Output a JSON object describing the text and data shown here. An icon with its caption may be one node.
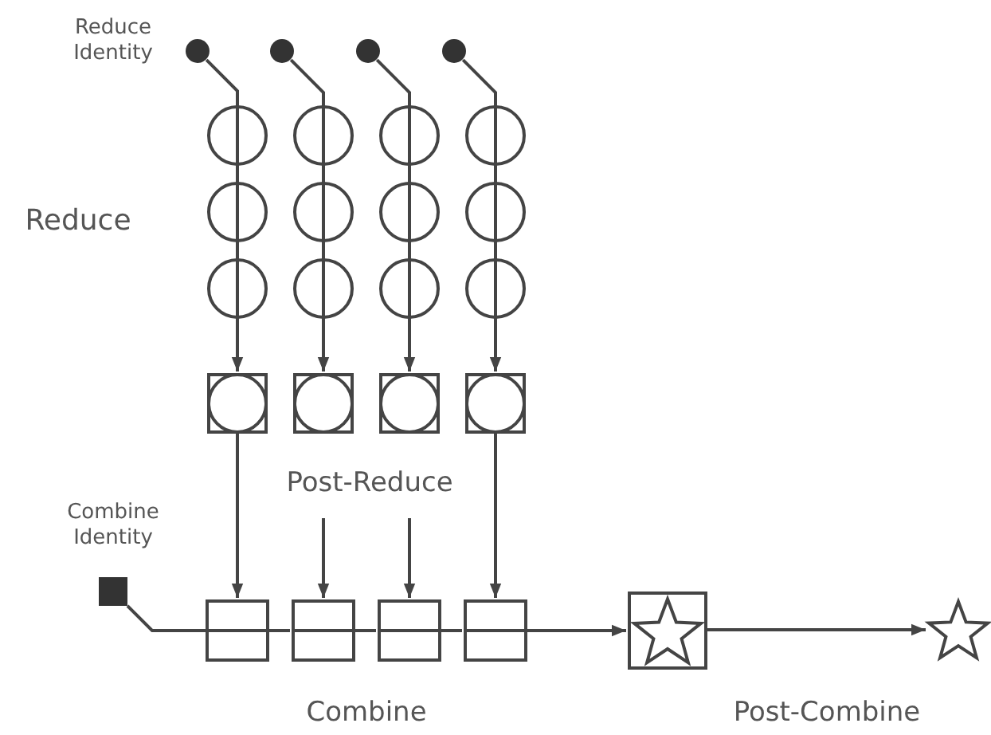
{
  "diagram": {
    "nodes": [
      {
        "text": [],
        "shape": "dot"
      },
      {
        "text": [],
        "shape": "dot"
      },
      {
        "text": [],
        "shape": "dot"
      },
      {
        "text": [],
        "shape": "dot"
      },
      {
        "text": [],
        "shape": "circle"
      },
      {
        "text": [],
        "shape": "circle"
      },
      {
        "text": [],
        "shape": "circle"
      },
      {
        "text": [],
        "shape": "circle"
      },
      {
        "text": [],
        "shape": "circle"
      },
      {
        "text": [],
        "shape": "circle"
      },
      {
        "text": [],
        "shape": "circle"
      },
      {
        "text": [],
        "shape": "circle"
      },
      {
        "text": [],
        "shape": "circle"
      },
      {
        "text": [],
        "shape": "circle"
      },
      {
        "text": [],
        "shape": "circle"
      },
      {
        "text": [],
        "shape": "circle"
      },
      {
        "text": [],
        "shape": "box"
      },
      {
        "text": [],
        "shape": "box"
      },
      {
        "text": [],
        "shape": "box"
      },
      {
        "text": [],
        "shape": "box"
      },
      {
        "text": [],
        "shape": "circle",
        "in": 16
      },
      {
        "text": [],
        "shape": "circle",
        "in": 17
      },
      {
        "text": [],
        "shape": "circle",
        "in": 18
      },
      {
        "text": [],
        "shape": "circle",
        "in": 19
      },
      {
        "text": [],
        "shape": "square"
      },
      {
        "text": [],
        "shape": "box"
      },
      {
        "text": [],
        "shape": "box"
      },
      {
        "text": [],
        "shape": "box"
      },
      {
        "text": [],
        "shape": "box"
      },
      {
        "text": [],
        "shape": "box"
      },
      {
        "text": [],
        "shape": "star",
        "in": 29
      },
      {
        "text": [],
        "shape": "star"
      }
    ],
    "edges": [
      {
        "from": 0,
        "to": 4,
        "arrow": "none"
      },
      {
        "from": 4,
        "to": 8,
        "arrow": "none"
      },
      {
        "from": 8,
        "to": 12,
        "arrow": "none"
      },
      {
        "from": 12,
        "to": 16,
        "arrow": "to"
      },
      {
        "from": 16,
        "to": 25,
        "arrow": "to"
      },
      {
        "from": 1,
        "to": 5,
        "arrow": "none"
      },
      {
        "from": 5,
        "to": 9,
        "arrow": "none"
      },
      {
        "from": 9,
        "to": 13,
        "arrow": "none"
      },
      {
        "from": 13,
        "to": 17,
        "arrow": "to"
      },
      {
        "from": 17,
        "to": 26,
        "arrow": "to"
      },
      {
        "from": 2,
        "to": 6,
        "arrow": "none"
      },
      {
        "from": 6,
        "to": 10,
        "arrow": "none"
      },
      {
        "from": 10,
        "to": 14,
        "arrow": "none"
      },
      {
        "from": 14,
        "to": 18,
        "arrow": "to"
      },
      {
        "from": 18,
        "to": 27,
        "arrow": "to"
      },
      {
        "from": 3,
        "to": 7,
        "arrow": "none"
      },
      {
        "from": 7,
        "to": 11,
        "arrow": "none"
      },
      {
        "from": 11,
        "to": 15,
        "arrow": "none"
      },
      {
        "from": 15,
        "to": 19,
        "arrow": "to"
      },
      {
        "from": 19,
        "to": 28,
        "arrow": "to"
      },
      {
        "from": 24,
        "to": 25,
        "arrow": "none"
      },
      {
        "from": 25,
        "to": 26,
        "arrow": "none"
      },
      {
        "from": 26,
        "to": 27,
        "arrow": "none"
      },
      {
        "from": 27,
        "to": 28,
        "arrow": "none"
      },
      {
        "from": 28,
        "to": 29,
        "arrow": "to"
      },
      {
        "from": 29,
        "to": 31,
        "arrow": "to"
      }
    ],
    "labels": [
      "Reduce Identity",
      "Reduce",
      "Post-Reduce",
      "Combine Identity",
      "Combine",
      "Post-Combine"
    ]
  }
}
